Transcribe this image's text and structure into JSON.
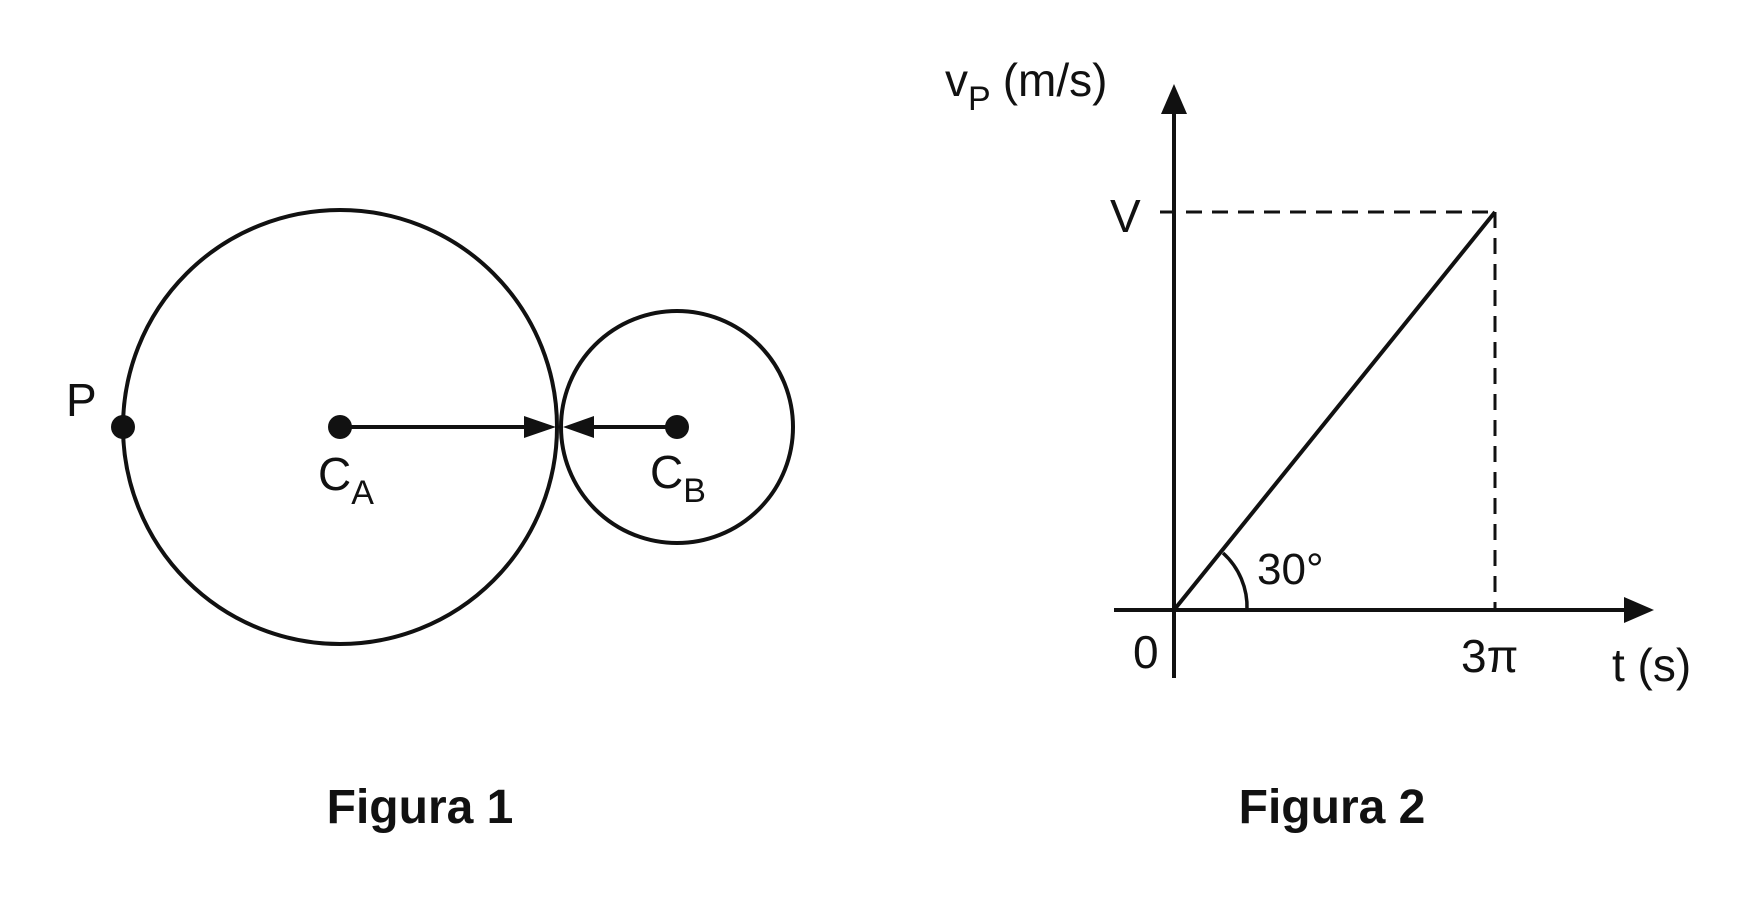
{
  "figure1": {
    "caption": "Figura 1",
    "point_label": "P",
    "center_a": {
      "main": "C",
      "sub": "A"
    },
    "center_b": {
      "main": "C",
      "sub": "B"
    }
  },
  "figure2": {
    "caption": "Figura 2",
    "y_axis_label": {
      "main": "v",
      "sub": "P",
      "unit": "(m/s)"
    },
    "x_axis_label": "t (s)",
    "y_tick_label": "V",
    "x_tick_label": "3π",
    "origin_label": "0",
    "angle_label": "30°"
  },
  "chart_data": {
    "type": "line",
    "series": [
      {
        "x": [
          0,
          "3π"
        ],
        "y": [
          0,
          "V"
        ]
      }
    ],
    "xlabel": "t (s)",
    "ylabel": "vP (m/s)",
    "annotations": [
      "30°"
    ],
    "reference_lines": "dashed lines at v = V and t = 3π"
  }
}
